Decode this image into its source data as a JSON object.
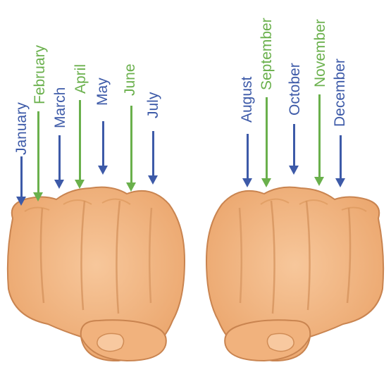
{
  "colors": {
    "blue": "#3d5aa8",
    "green": "#6ab04c",
    "skin": "#efae78",
    "skin_light": "#f7c79b",
    "skin_shadow": "#d8925a",
    "outline": "#c27a45"
  },
  "months": [
    {
      "key": "january",
      "label": "January",
      "color": "blue"
    },
    {
      "key": "february",
      "label": "February",
      "color": "green"
    },
    {
      "key": "march",
      "label": "March",
      "color": "blue"
    },
    {
      "key": "april",
      "label": "April",
      "color": "green"
    },
    {
      "key": "may",
      "label": "May",
      "color": "blue"
    },
    {
      "key": "june",
      "label": "June",
      "color": "green"
    },
    {
      "key": "july",
      "label": "July",
      "color": "blue"
    },
    {
      "key": "august",
      "label": "August",
      "color": "blue"
    },
    {
      "key": "september",
      "label": "September",
      "color": "green"
    },
    {
      "key": "october",
      "label": "October",
      "color": "blue"
    },
    {
      "key": "november",
      "label": "November",
      "color": "green"
    },
    {
      "key": "december",
      "label": "December",
      "color": "blue"
    }
  ]
}
